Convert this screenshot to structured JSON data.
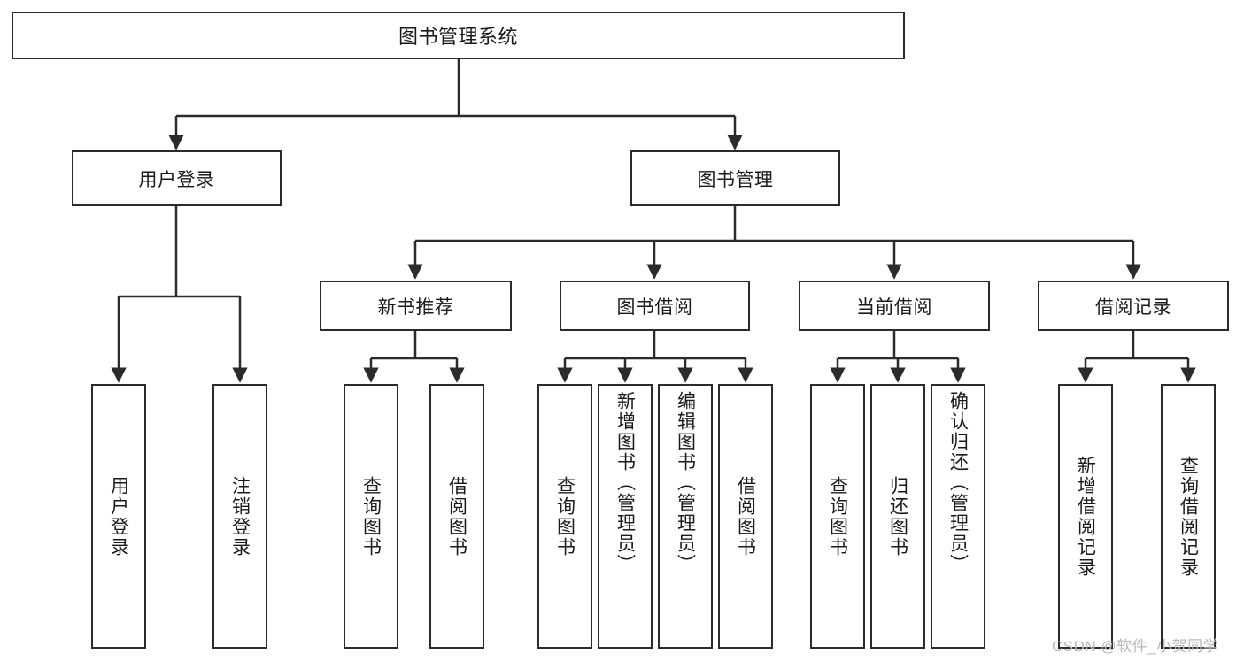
{
  "diagram": {
    "type": "hierarchy-tree",
    "title": "图书管理系统",
    "root": {
      "label": "图书管理系统"
    },
    "level2": [
      {
        "id": "user-login",
        "label": "用户登录"
      },
      {
        "id": "book-management",
        "label": "图书管理"
      }
    ],
    "level3": [
      {
        "id": "new-book-recommend",
        "label": "新书推荐",
        "parent": "book-management"
      },
      {
        "id": "book-borrow",
        "label": "图书借阅",
        "parent": "book-management"
      },
      {
        "id": "current-borrow",
        "label": "当前借阅",
        "parent": "book-management"
      },
      {
        "id": "borrow-record",
        "label": "借阅记录",
        "parent": "book-management"
      }
    ],
    "leaves": {
      "user_login": [
        {
          "id": "leaf-user-login",
          "label": "用户登录"
        },
        {
          "id": "leaf-user-logout",
          "label": "注销登录"
        }
      ],
      "new_book_recommend": [
        {
          "id": "leaf-query-book-1",
          "label": "查询图书"
        },
        {
          "id": "leaf-borrow-book-1",
          "label": "借阅图书"
        }
      ],
      "book_borrow": [
        {
          "id": "leaf-query-book-2",
          "label": "查询图书"
        },
        {
          "id": "leaf-add-book",
          "label": "新增图书（管理员）"
        },
        {
          "id": "leaf-edit-book",
          "label": "编辑图书（管理员）"
        },
        {
          "id": "leaf-borrow-book-2",
          "label": "借阅图书"
        }
      ],
      "current_borrow": [
        {
          "id": "leaf-query-book-3",
          "label": "查询图书"
        },
        {
          "id": "leaf-return-book",
          "label": "归还图书"
        },
        {
          "id": "leaf-confirm-return",
          "label": "确认归还（管理员）"
        }
      ],
      "borrow_record": [
        {
          "id": "leaf-add-borrow-record",
          "label": "新增借阅记录"
        },
        {
          "id": "leaf-query-borrow-record",
          "label": "查询借阅记录"
        }
      ]
    },
    "colors": {
      "stroke": "#2b2b2b",
      "fill": "#ffffff",
      "text": "#1a1a1a",
      "watermark": "#b9b9b9"
    }
  },
  "watermark": {
    "text": "CSDN @软件_小贺同学"
  }
}
